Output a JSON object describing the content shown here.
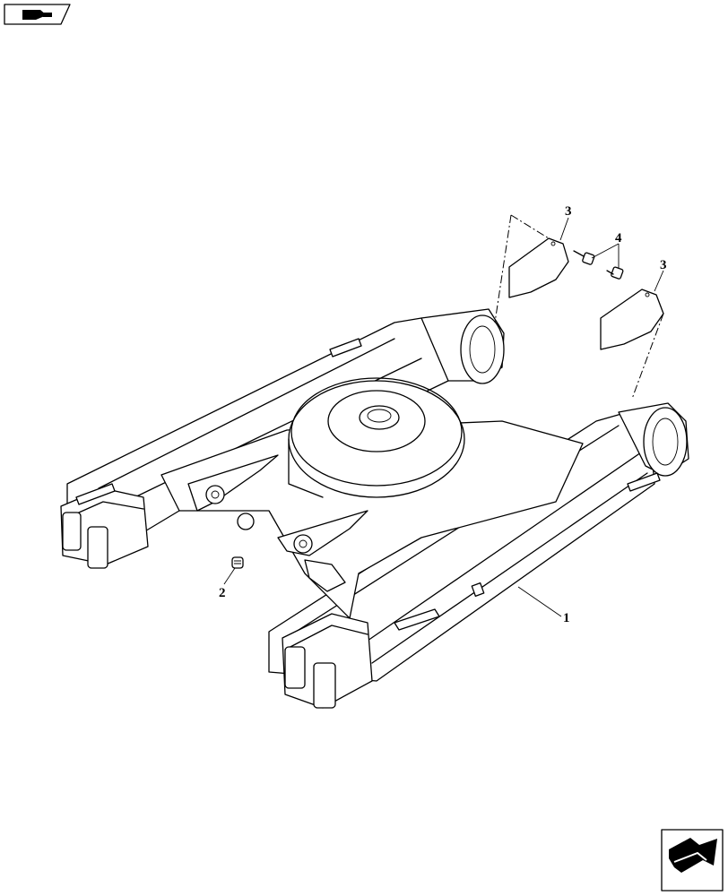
{
  "diagram": {
    "callouts": [
      {
        "id": "1",
        "label": "1"
      },
      {
        "id": "2",
        "label": "2"
      },
      {
        "id": "3a",
        "label": "3"
      },
      {
        "id": "4",
        "label": "4"
      },
      {
        "id": "3b",
        "label": "3"
      }
    ]
  },
  "icons": {
    "top_left": "book-hand-icon",
    "bottom_right": "next-page-arrow-icon"
  },
  "colors": {
    "line": "#000000",
    "background": "#ffffff"
  }
}
